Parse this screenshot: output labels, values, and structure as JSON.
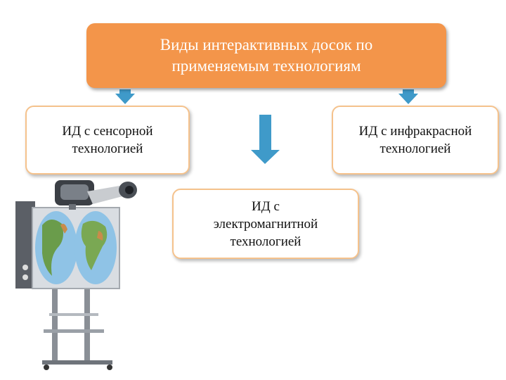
{
  "title": {
    "line1": "Виды интерактивных досок по",
    "line2": "применяемым технологиям"
  },
  "nodes": {
    "touch": {
      "line1": "ИД с сенсорной",
      "line2": "технологией"
    },
    "infrared": {
      "line1": "ИД с инфракрасной",
      "line2": "технологией"
    },
    "electromagnetic": {
      "line1": "ИД с",
      "line2": "электромагнитной",
      "line3": "технологией"
    }
  },
  "colors": {
    "title_fill": "#f3954a",
    "node_border": "#f5c28c",
    "arrow": "#3f9ac9"
  }
}
